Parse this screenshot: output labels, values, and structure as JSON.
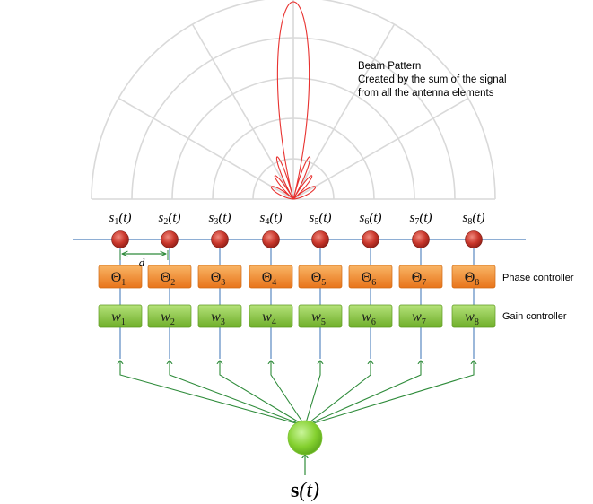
{
  "beam_note": {
    "title": "Beam Pattern",
    "line1": "Created by the sum of the signal",
    "line2": "from all the antenna elements"
  },
  "signal_prefix": "s",
  "arg_text": "(t)",
  "phase_symbol": "Θ",
  "gain_symbol": "w",
  "element_indices": [
    "1",
    "2",
    "3",
    "4",
    "5",
    "6",
    "7",
    "8"
  ],
  "spacing_label": "d",
  "phase_label": "Phase controller",
  "gain_label": "Gain controller",
  "source": {
    "bold": "s",
    "arg": "(t)"
  },
  "colors": {
    "pattern": "#e8312f",
    "grid": "#d9d9d9",
    "array_line": "#4a7ebb",
    "element_fill": "#c0392b",
    "phase_box": "#f28a22",
    "gain_box": "#8cc63f",
    "feed": "#2e8b3a",
    "source_fill": "#8ad532"
  }
}
